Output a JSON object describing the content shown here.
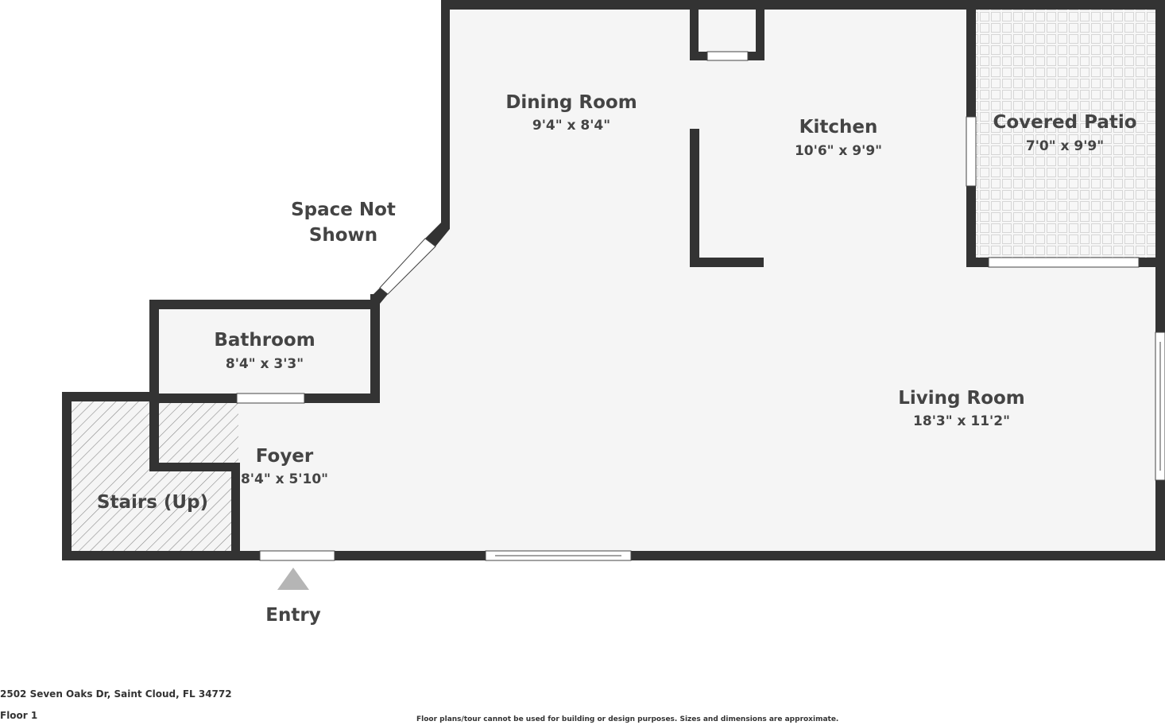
{
  "rooms": {
    "dining": {
      "name": "Dining Room",
      "dims": "9'4\" x 8'4\""
    },
    "kitchen": {
      "name": "Kitchen",
      "dims": "10'6\" x 9'9\""
    },
    "patio": {
      "name": "Covered Patio",
      "dims": "7'0\" x 9'9\""
    },
    "bathroom": {
      "name": "Bathroom",
      "dims": "8'4\" x 3'3\""
    },
    "living": {
      "name": "Living Room",
      "dims": "18'3\" x 11'2\""
    },
    "foyer": {
      "name": "Foyer",
      "dims": "8'4\" x 5'10\""
    },
    "stairs": {
      "name": "Stairs (Up)"
    }
  },
  "space_not_shown": {
    "line1": "Space Not",
    "line2": "Shown"
  },
  "entry": {
    "label": "Entry"
  },
  "footer": {
    "address": "2502 Seven Oaks Dr, Saint Cloud, FL 34772",
    "floor": "Floor 1",
    "disclaimer": "Floor plans/tour cannot be used for building or design purposes. Sizes and dimensions are approximate."
  },
  "colors": {
    "wall": "#333333",
    "floor": "#f5f5f5",
    "text": "#444444",
    "entry_marker": "#b5b5b5"
  }
}
